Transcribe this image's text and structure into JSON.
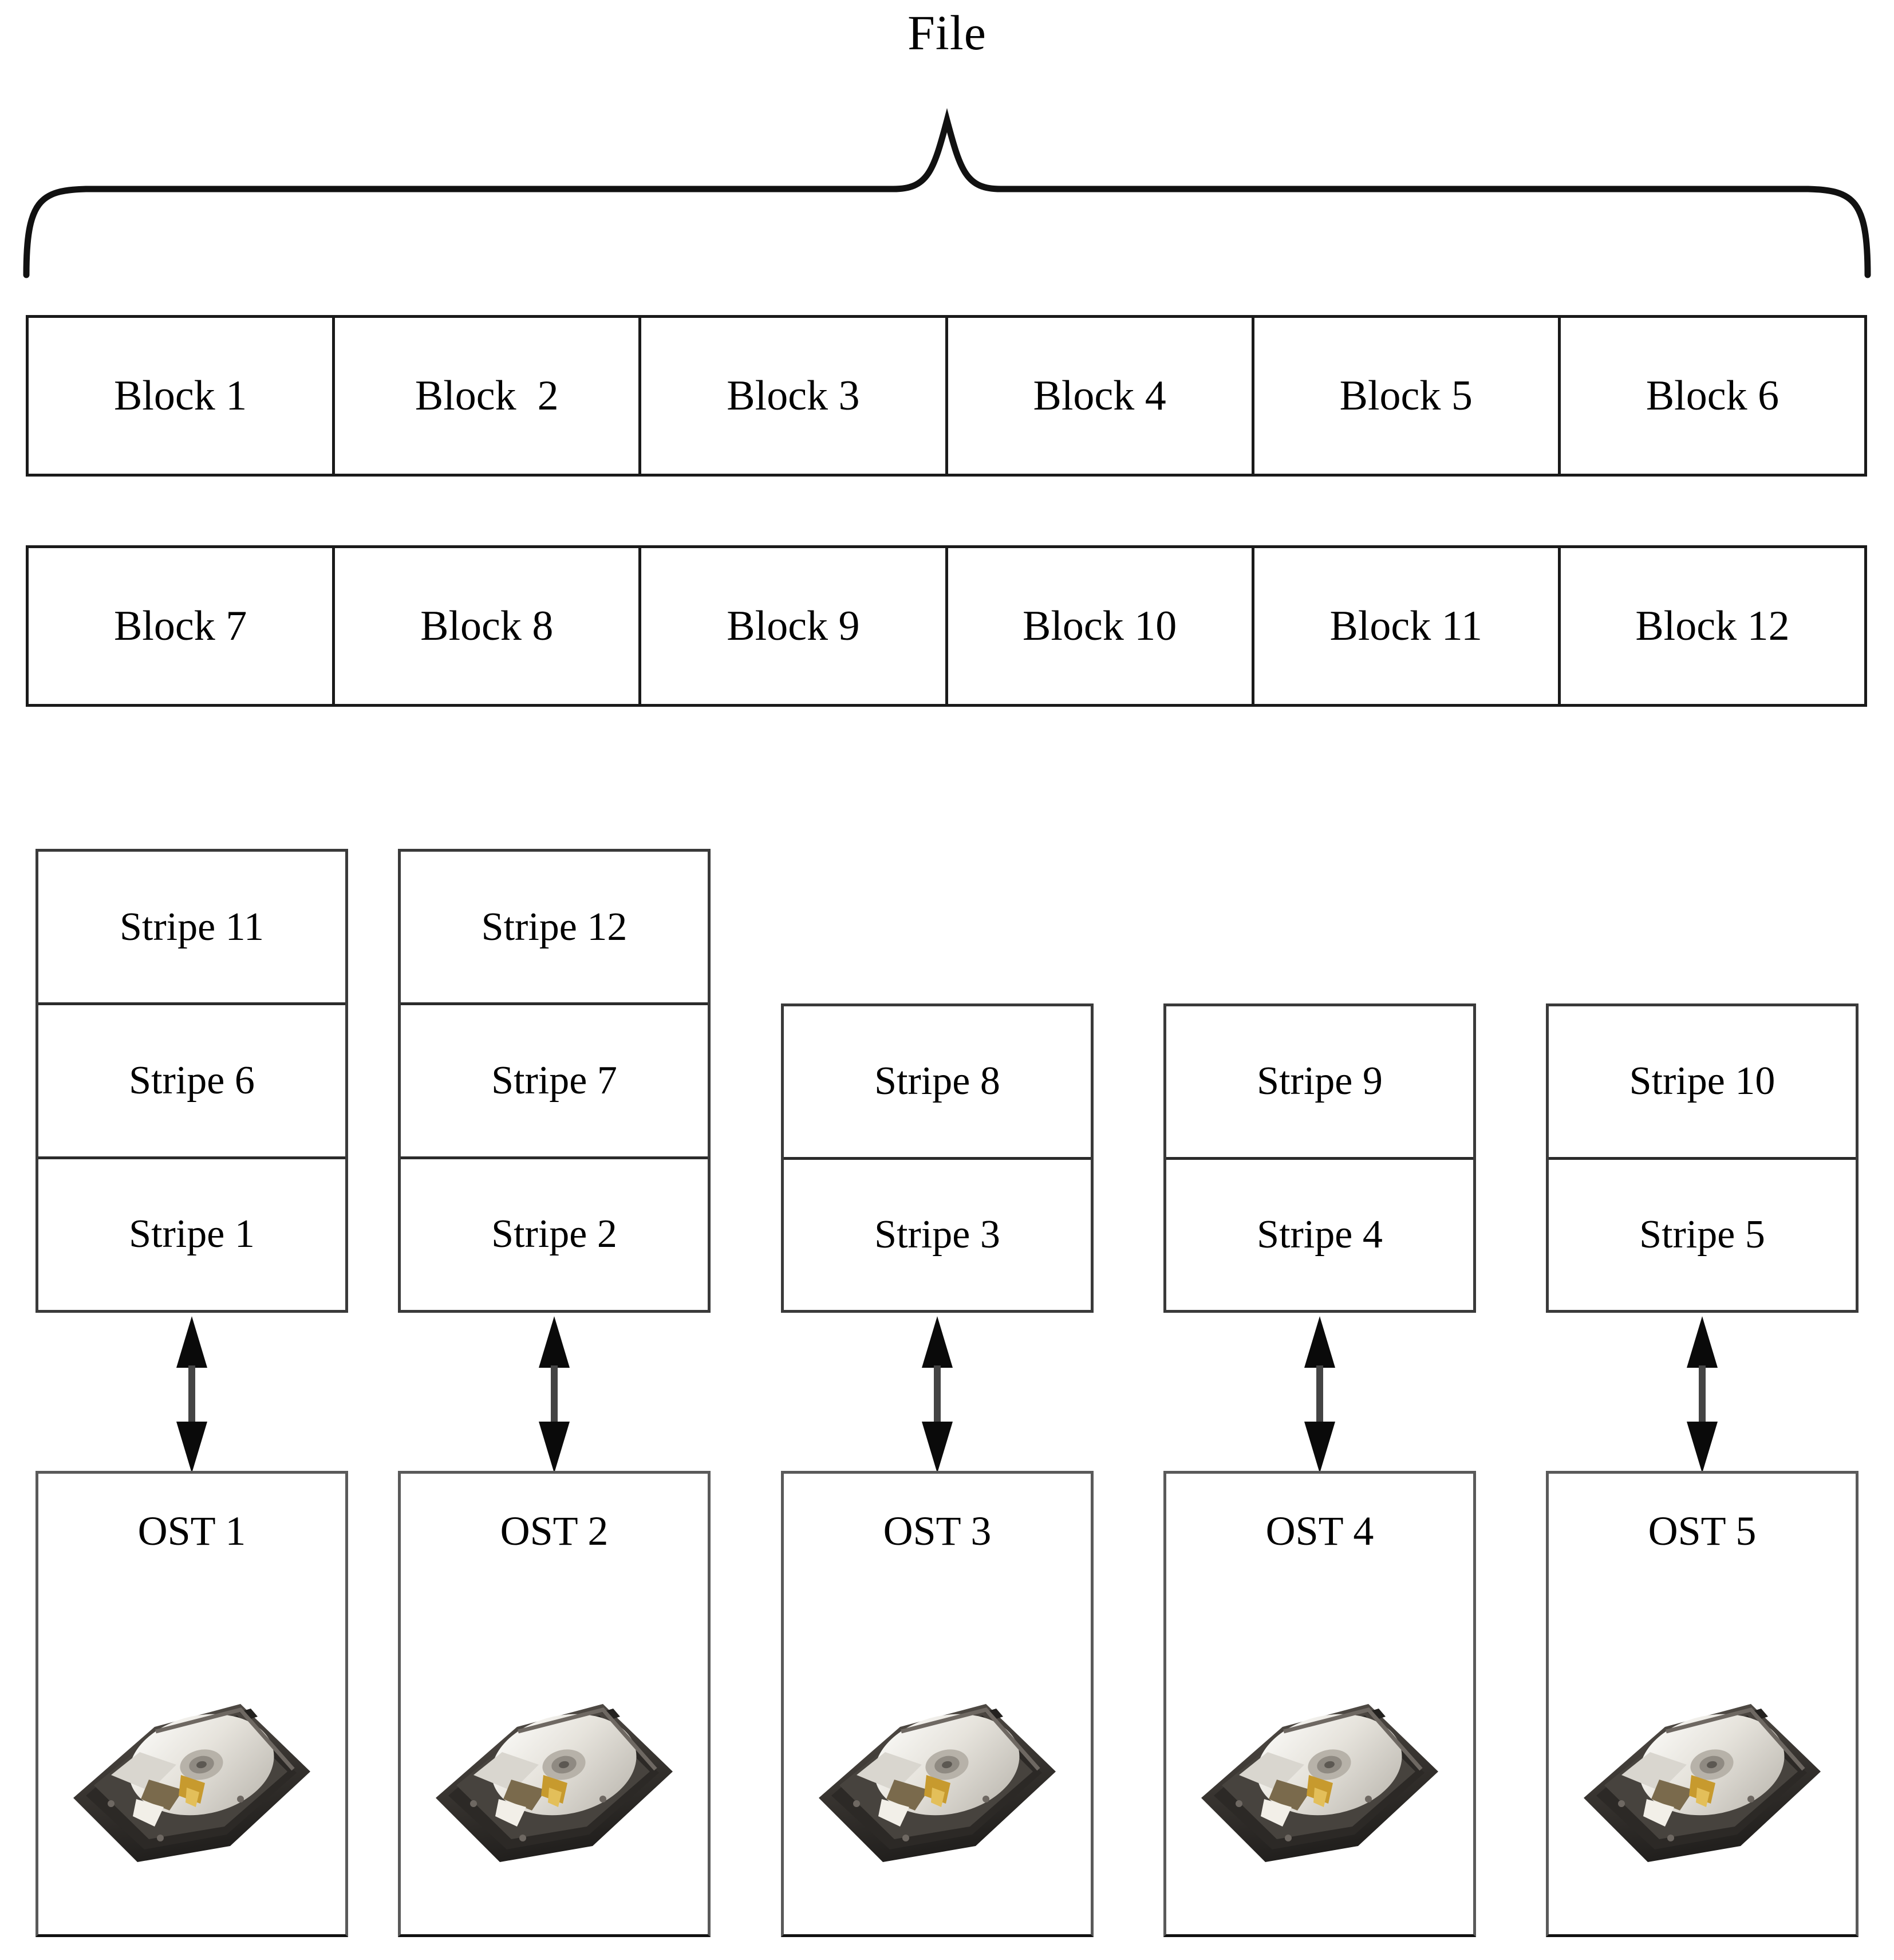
{
  "diagram": {
    "title": "File",
    "brace_label": "File"
  },
  "blocks": {
    "rows": [
      [
        "Block 1",
        "Block  2",
        "Block 3",
        "Block 4",
        "Block 5",
        "Block 6"
      ],
      [
        "Block 7",
        "Block 8",
        "Block 9",
        "Block 10",
        "Block 11",
        "Block 12"
      ]
    ]
  },
  "stripe_columns": [
    {
      "id": "stripe-column-1",
      "cells": [
        "Stripe 11",
        "Stripe 6",
        "Stripe 1"
      ]
    },
    {
      "id": "stripe-column-2",
      "cells": [
        "Stripe 12",
        "Stripe 7",
        "Stripe 2"
      ]
    },
    {
      "id": "stripe-column-3",
      "cells": [
        "Stripe 8",
        "Stripe 3"
      ]
    },
    {
      "id": "stripe-column-4",
      "cells": [
        "Stripe 9",
        "Stripe 4"
      ]
    },
    {
      "id": "stripe-column-5",
      "cells": [
        "Stripe 10",
        "Stripe 5"
      ]
    }
  ],
  "osts": [
    {
      "label": "OST 1",
      "icon": "hard-disk-drive-icon"
    },
    {
      "label": "OST 2",
      "icon": "hard-disk-drive-icon"
    },
    {
      "label": "OST 3",
      "icon": "hard-disk-drive-icon"
    },
    {
      "label": "OST 4",
      "icon": "hard-disk-drive-icon"
    },
    {
      "label": "OST 5",
      "icon": "hard-disk-drive-icon"
    }
  ],
  "connectors": [
    {
      "name": "arrow-ost-1",
      "kind": "double-headed-vertical-arrow"
    },
    {
      "name": "arrow-ost-2",
      "kind": "double-headed-vertical-arrow"
    },
    {
      "name": "arrow-ost-3",
      "kind": "double-headed-vertical-arrow"
    },
    {
      "name": "arrow-ost-4",
      "kind": "double-headed-vertical-arrow"
    },
    {
      "name": "arrow-ost-5",
      "kind": "double-headed-vertical-arrow"
    }
  ],
  "colors": {
    "line": "#1a1a1a",
    "box_border": "#3a3a3a",
    "background": "#ffffff",
    "text": "#000000"
  }
}
